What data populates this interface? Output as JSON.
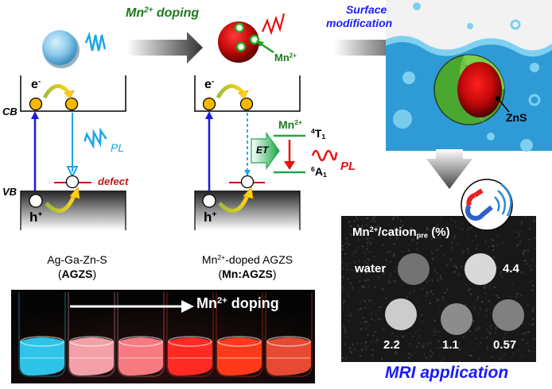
{
  "colors": {
    "green_text": "#1e7a1e",
    "blue_text": "#1a1aff",
    "red": "#e81010",
    "cyan_pl": "#1aa6e6",
    "defect_red": "#c01818",
    "electron_gold": "#f5b800",
    "water_blue": "#2e9bd6"
  },
  "top": {
    "mn_doping_label": "Mn",
    "mn_doping_sup": "2+",
    "mn_doping_rest": " doping",
    "mn_pointer_label": "Mn",
    "mn_pointer_sup": "2+",
    "surface_label_line1": "Surface",
    "surface_label_line2": "modification",
    "zns_label": "ZnS"
  },
  "left_diagram": {
    "cb_label": "CB",
    "vb_label": "VB",
    "electron_label": "e",
    "electron_sup": "-",
    "hole_label": "h",
    "hole_sup": "+",
    "pl_label": "PL",
    "defect_label": "defect",
    "caption_line1": "Ag-Ga-Zn-S",
    "caption_line2": "AGZS"
  },
  "middle_diagram": {
    "electron_label": "e",
    "electron_sup": "-",
    "hole_label": "h",
    "hole_sup": "+",
    "et_label": "ET",
    "mn_label": "Mn",
    "mn_sup": "2+",
    "level_upper": "T",
    "level_upper_pre": "4",
    "level_upper_sub": "1",
    "level_lower": "A",
    "level_lower_pre": "6",
    "level_lower_sub": "1",
    "pl_label": "PL",
    "caption_line1_a": "Mn",
    "caption_line1_sup": "2+",
    "caption_line1_b": "-doped AGZS",
    "caption_line2": "Mn:AGZS"
  },
  "photo": {
    "label": "Mn",
    "label_sup": "2+",
    "label_rest": " doping",
    "vials": [
      {
        "color": "#2ec4e8"
      },
      {
        "color": "#f3a0a8"
      },
      {
        "color": "#f77a80"
      },
      {
        "color": "#ff2a22"
      },
      {
        "color": "#ff3a1a"
      },
      {
        "color": "#e64a32"
      }
    ]
  },
  "mri": {
    "title_a": "Mn",
    "title_sup": "2+",
    "title_b": "/cation",
    "title_sub": "pre",
    "title_c": " (%)",
    "samples": [
      {
        "label": "water",
        "brightness": 0.45
      },
      {
        "label": "4.4",
        "brightness": 0.85
      },
      {
        "label": "2.2",
        "brightness": 0.8
      },
      {
        "label": "1.1",
        "brightness": 0.55
      },
      {
        "label": "0.57",
        "brightness": 0.5
      }
    ],
    "application_label": "MRI application"
  }
}
